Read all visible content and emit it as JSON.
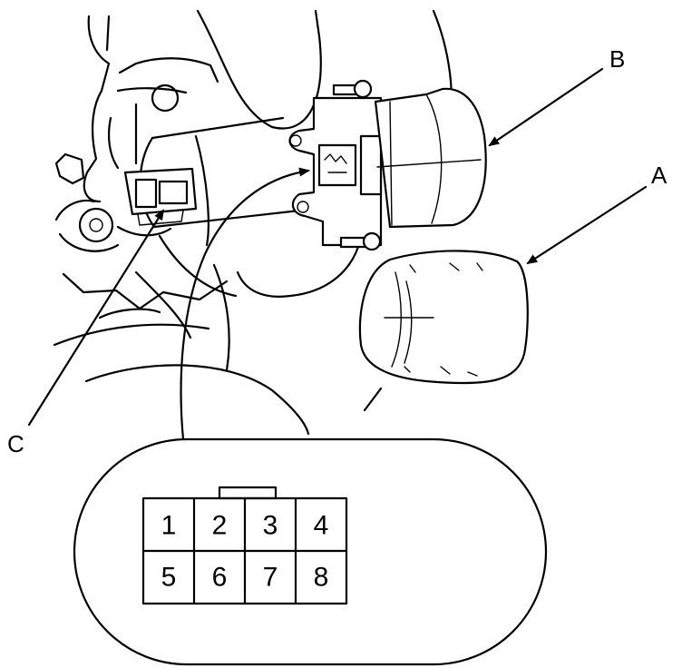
{
  "callouts": {
    "a": "A",
    "b": "B",
    "c": "C"
  },
  "connector": {
    "pins": [
      "1",
      "2",
      "3",
      "4",
      "5",
      "6",
      "7",
      "8"
    ]
  }
}
